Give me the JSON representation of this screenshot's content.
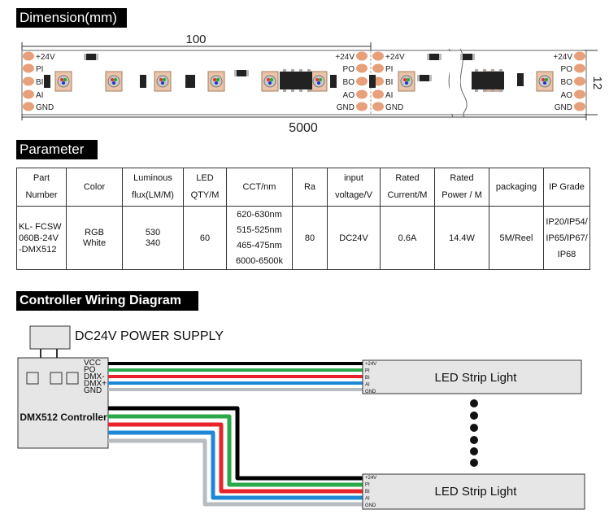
{
  "headers": {
    "dimension": "Dimension(mm)",
    "parameter": "Parameter",
    "wiring": "Controller Wiring Diagram"
  },
  "dimension": {
    "length_short": "100",
    "length_total": "5000",
    "width": "12",
    "pads_left": [
      "+24V",
      "PI",
      "BI",
      "AI",
      "GND"
    ],
    "pads_right": [
      "+24V",
      "PO",
      "BO",
      "AO",
      "GND"
    ]
  },
  "table": {
    "headers": [
      [
        "Part",
        "Number"
      ],
      [
        "Color"
      ],
      [
        "Luminous",
        "flux(LM/M)"
      ],
      [
        "LED",
        "QTY/M"
      ],
      [
        "CCT/nm"
      ],
      [
        "Ra"
      ],
      [
        "input",
        "voltage/V"
      ],
      [
        "Rated",
        "Current/M"
      ],
      [
        "Rated",
        "Power / M"
      ],
      [
        "packaging"
      ],
      [
        "IP Grade"
      ]
    ],
    "row": [
      [
        "KL- FCSW",
        "060B-24V",
        "-DMX512"
      ],
      [
        "RGB",
        "White"
      ],
      [
        "530",
        "340"
      ],
      [
        "60"
      ],
      [
        "620-630nm",
        "515-525nm",
        "465-475nm",
        "6000-6500k"
      ],
      [
        "80"
      ],
      [
        "DC24V"
      ],
      [
        "0.6A"
      ],
      [
        "14.4W"
      ],
      [
        "5M/Reel"
      ],
      [
        "IP20/IP54/",
        "IP65/IP67/",
        "IP68"
      ]
    ]
  },
  "wiring": {
    "power_supply": "DC24V POWER SUPPLY",
    "controller": "DMX512 Controller",
    "controller_pins": [
      "VCC",
      "PO",
      "DMX-",
      "DMX+",
      "GND"
    ],
    "strip_label": "LED Strip Light",
    "strip_pins": [
      "+24V",
      "PI",
      "BI",
      "AI",
      "GND"
    ],
    "wire_colors": [
      "#000000",
      "#2aa84a",
      "#e8232a",
      "#1e88d6",
      "#b8bcc0"
    ]
  }
}
